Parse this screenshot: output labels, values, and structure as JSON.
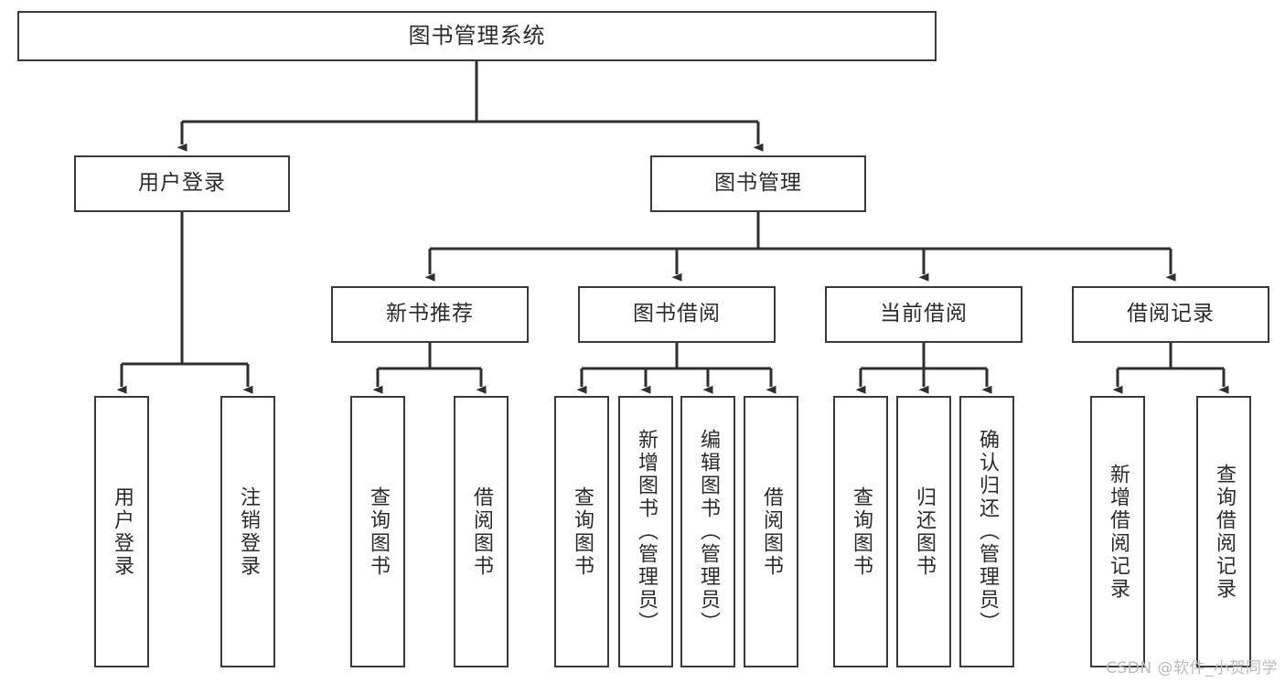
{
  "diagram": {
    "title": "图书管理系统",
    "type": "tree-hierarchy",
    "watermark": "CSDN @软件_小贺同学",
    "colors": {
      "border": "#3a3a3a",
      "background": "#ffffff",
      "text": "#2b2b2b",
      "watermark": "#b9b9b9"
    },
    "root": {
      "label": "图书管理系统"
    },
    "level2": [
      {
        "label": "用户登录"
      },
      {
        "label": "图书管理"
      }
    ],
    "level3": [
      {
        "label": "新书推荐"
      },
      {
        "label": "图书借阅"
      },
      {
        "label": "当前借阅"
      },
      {
        "label": "借阅记录"
      }
    ],
    "leaves": {
      "user_login": [
        {
          "label": "用户登录"
        },
        {
          "label": "注销登录"
        }
      ],
      "new_book_recommend": [
        {
          "label": "查询图书"
        },
        {
          "label": "借阅图书"
        }
      ],
      "book_borrow": [
        {
          "label": "查询图书"
        },
        {
          "label": "新增图书（管理员）"
        },
        {
          "label": "编辑图书（管理员）"
        },
        {
          "label": "借阅图书"
        }
      ],
      "current_borrow": [
        {
          "label": "查询图书"
        },
        {
          "label": "归还图书"
        },
        {
          "label": "确认归还（管理员）"
        }
      ],
      "borrow_record": [
        {
          "label": "新增借阅记录"
        },
        {
          "label": "查询借阅记录"
        }
      ]
    }
  }
}
